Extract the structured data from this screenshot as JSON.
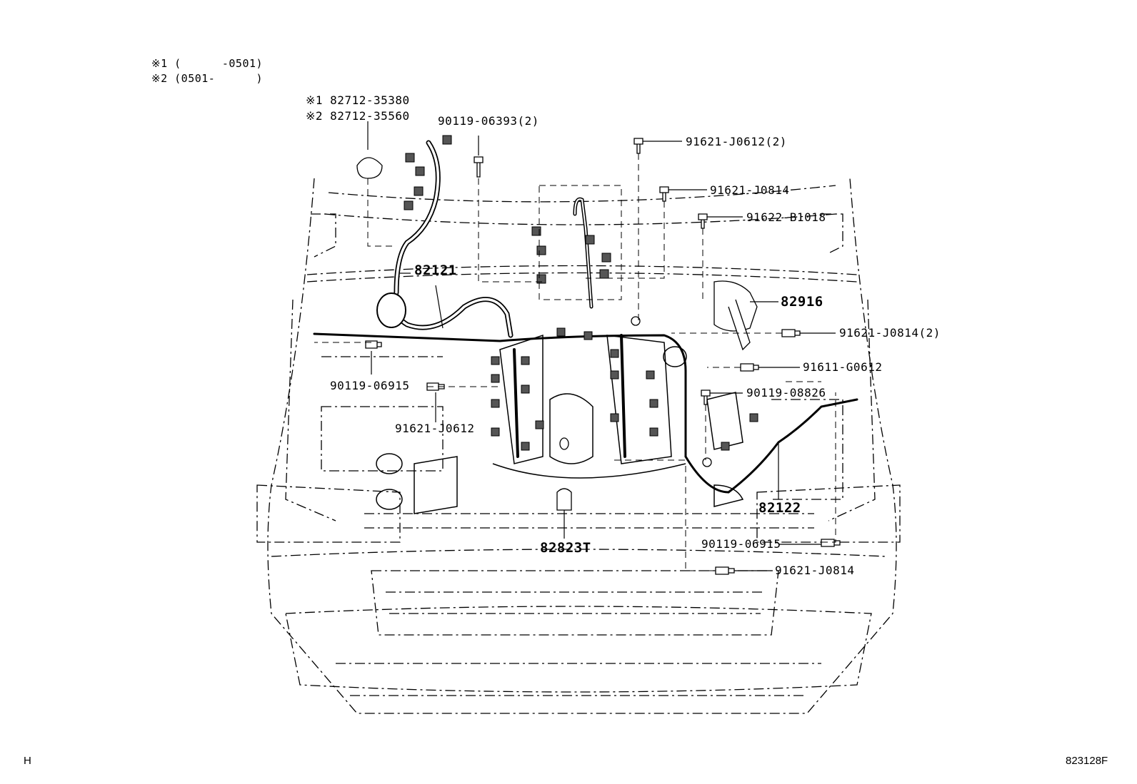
{
  "legend": [
    {
      "mark": "※1",
      "range": "(      -0501)"
    },
    {
      "mark": "※2",
      "range": "(0501-      )"
    }
  ],
  "parts": {
    "grommet_1": "※1 82712-35380",
    "grommet_2": "※2 82712-35560",
    "bolt_top_left": "90119-06393(2)",
    "bolt_top_1": "91621-J0612(2)",
    "bolt_top_2": "91621-J0814",
    "bolt_top_3": "91622-B1018",
    "harness_main": "82121",
    "harness_right": "82916",
    "bolt_right_1": "91621-J0814(2)",
    "bolt_right_2": "91611-G0612",
    "bolt_left_1": "90119-06915",
    "bolt_right_3": "90119-08826",
    "bolt_left_2": "91621-J0612",
    "harness_lower_right": "82122",
    "bolt_lower_right": "90119-06915",
    "connector_center": "82823T",
    "bolt_bottom_right": "91621-J0814"
  },
  "corner_left": "H",
  "corner_right": "823128F"
}
